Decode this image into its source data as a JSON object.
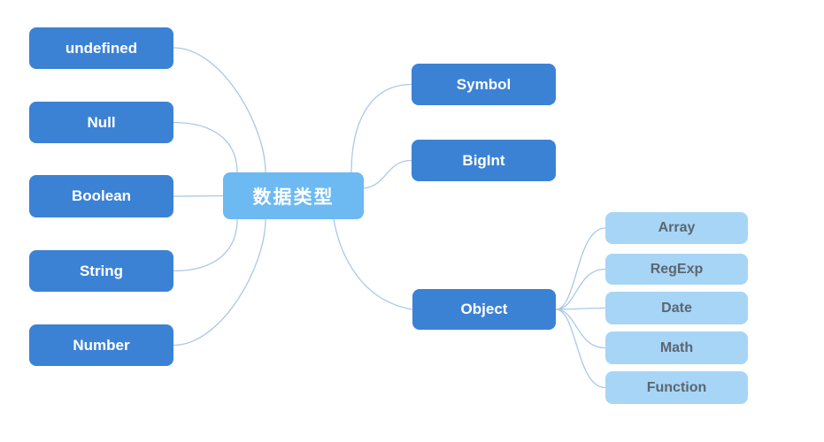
{
  "colors": {
    "background": "#ffffff",
    "primary_node": "#3b82d5",
    "root_node": "#6db9f2",
    "leaf_node": "#a7d5f6",
    "node_text": "#ffffff",
    "leaf_text": "#5c6670",
    "connector": "#aac8e8"
  },
  "nodes": {
    "root": {
      "label": "数据类型"
    },
    "undefined": {
      "label": "undefined"
    },
    "null": {
      "label": "Null"
    },
    "boolean": {
      "label": "Boolean"
    },
    "string": {
      "label": "String"
    },
    "number": {
      "label": "Number"
    },
    "symbol": {
      "label": "Symbol"
    },
    "bigint": {
      "label": "BigInt"
    },
    "object": {
      "label": "Object"
    },
    "array": {
      "label": "Array"
    },
    "regexp": {
      "label": "RegExp"
    },
    "date": {
      "label": "Date"
    },
    "math": {
      "label": "Math"
    },
    "function": {
      "label": "Function"
    }
  },
  "edges": [
    {
      "from": "root",
      "to": "undefined"
    },
    {
      "from": "root",
      "to": "null"
    },
    {
      "from": "root",
      "to": "boolean"
    },
    {
      "from": "root",
      "to": "string"
    },
    {
      "from": "root",
      "to": "number"
    },
    {
      "from": "root",
      "to": "symbol"
    },
    {
      "from": "root",
      "to": "bigint"
    },
    {
      "from": "root",
      "to": "object"
    },
    {
      "from": "object",
      "to": "array"
    },
    {
      "from": "object",
      "to": "regexp"
    },
    {
      "from": "object",
      "to": "date"
    },
    {
      "from": "object",
      "to": "math"
    },
    {
      "from": "object",
      "to": "function"
    }
  ]
}
